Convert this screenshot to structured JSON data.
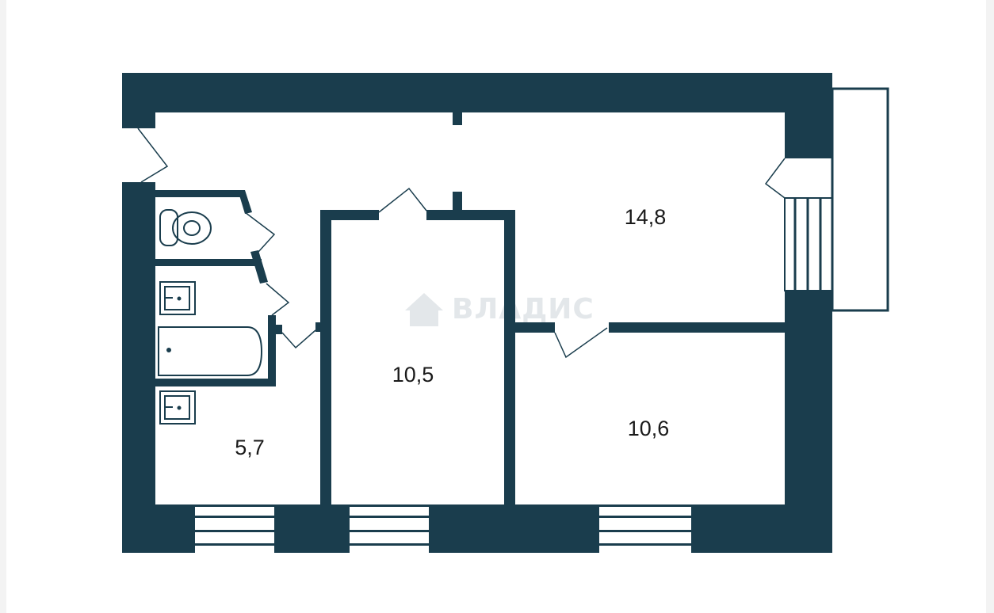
{
  "plan": {
    "colors": {
      "wall": "#1a3d4d",
      "background": "#ffffff",
      "fixture_stroke": "#1a3d4d",
      "door_stroke": "#1a3d4d",
      "watermark": "#e3e7ea"
    },
    "rooms": {
      "main_room": {
        "area": "14,8"
      },
      "middle_room": {
        "area": "10,5"
      },
      "right_room": {
        "area": "10,6"
      },
      "kitchen": {
        "area": "5,7"
      }
    },
    "watermark": {
      "text": "ВЛАДИС",
      "icon": "house-logo-icon"
    },
    "fixtures": [
      "toilet-icon",
      "sink-icon",
      "bathtub-icon",
      "sink-icon",
      "radiator-icon"
    ]
  }
}
